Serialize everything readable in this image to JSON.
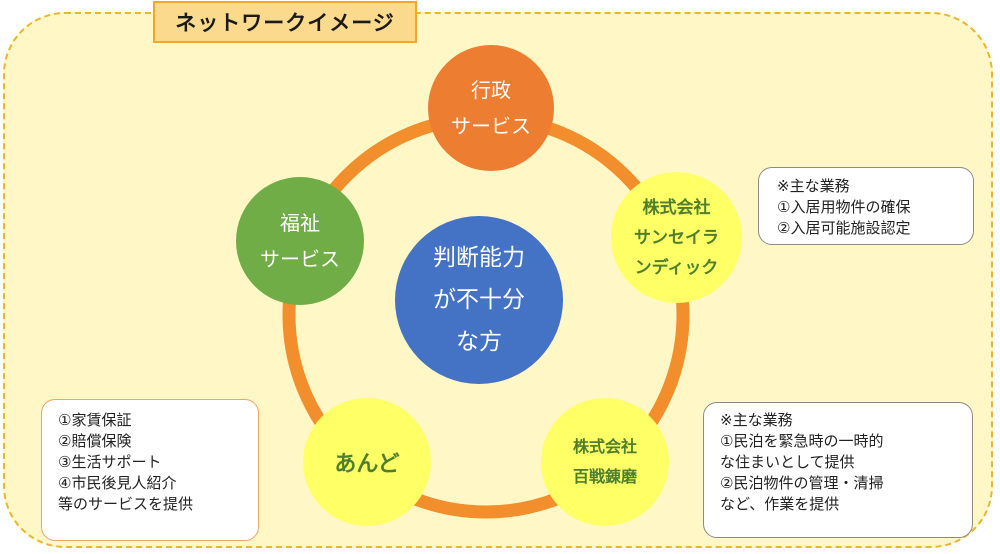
{
  "title": "ネットワークイメージ",
  "nodes": {
    "admin": [
      "行政",
      "サービス"
    ],
    "welfare": [
      "福祉",
      "サービス"
    ],
    "center": [
      "判断能力",
      "が不十分",
      "な方"
    ],
    "sansei": [
      "株式会社",
      "サンセイラ",
      "ンディック"
    ],
    "and": "あんど",
    "hyaku": [
      "株式会社",
      "百戦錬磨"
    ]
  },
  "notes": {
    "sansei": [
      "※主な業務",
      "①入居用物件の確保",
      "②入居可能施設認定"
    ],
    "and": [
      "①家賃保証",
      "②賠償保険",
      "③生活サポート",
      "④市民後見人紹介",
      "等のサービスを提供"
    ],
    "hyaku": [
      "※主な業務",
      "①民泊を緊急時の一時的",
      "な住まいとして提供",
      "②民泊物件の管理・清掃",
      "など、作業を提供"
    ]
  },
  "colors": {
    "ring": "#f28e2b",
    "admin": "#ed7d31",
    "welfare": "#70ad47",
    "center": "#4472c4",
    "company": "#ffff66",
    "company_text": "#4f7f2d",
    "frame_border": "#eab52f",
    "frame_fill": "#fff8c6"
  }
}
